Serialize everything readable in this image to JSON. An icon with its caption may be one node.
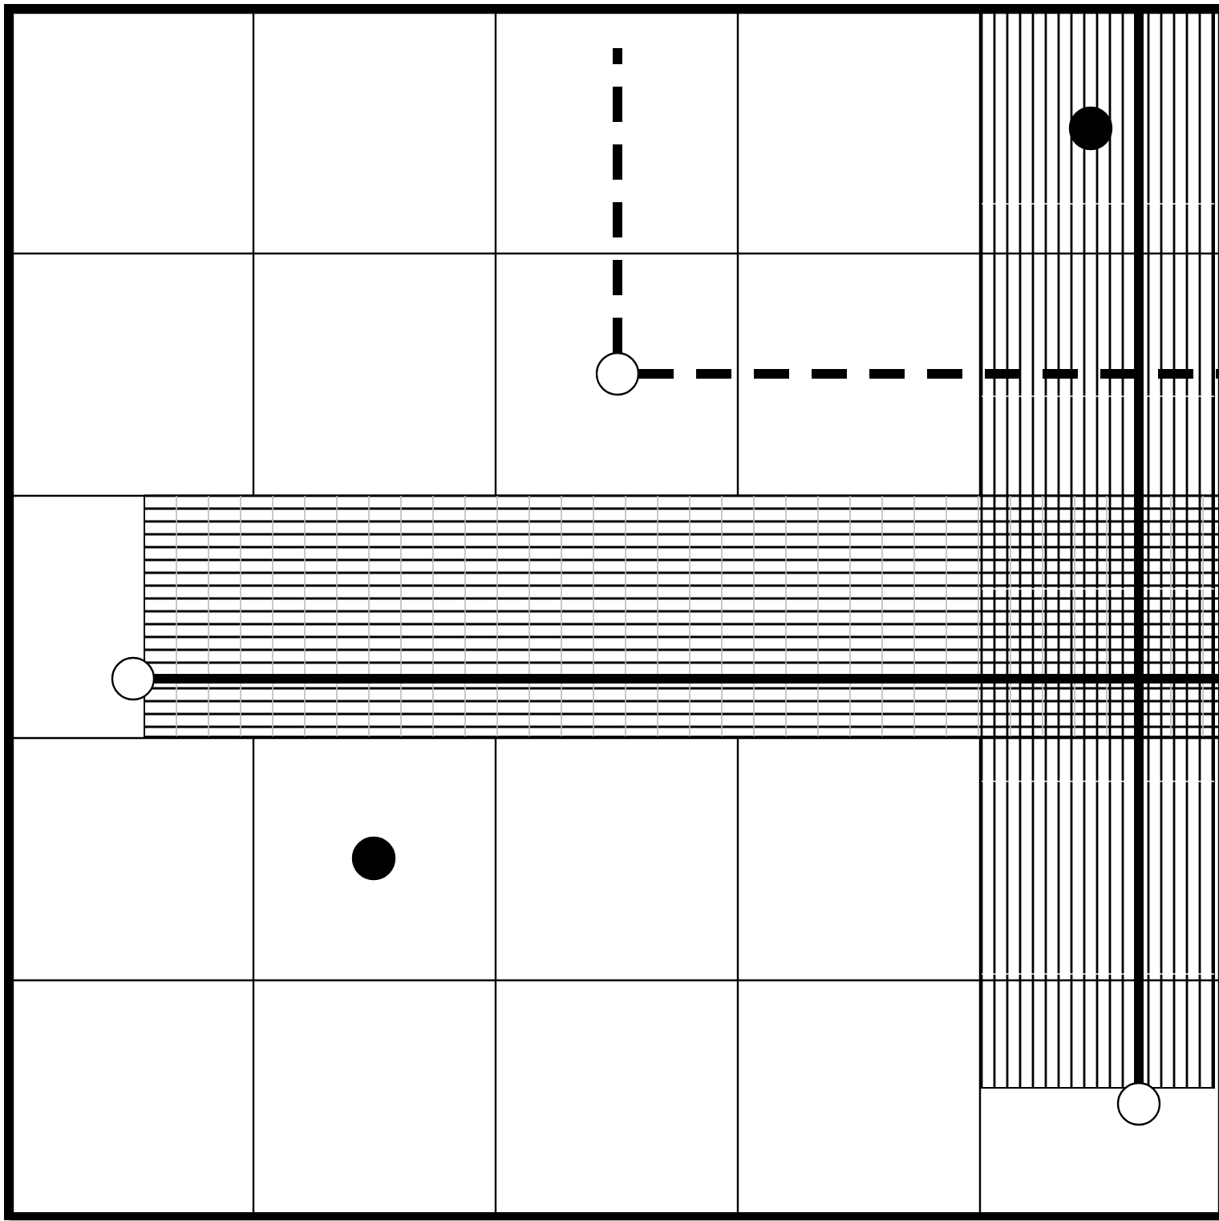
{
  "diagram": {
    "nodes": [
      {
        "text": [],
        "shape": "circle"
      },
      {
        "text": [],
        "shape": "circle"
      },
      {
        "text": [],
        "shape": "circle"
      },
      {
        "text": [],
        "shape": "circle"
      },
      {
        "text": [],
        "shape": "circle"
      }
    ],
    "edges": [
      {
        "from": 1,
        "to": null,
        "arrow": "none",
        "style": "dashed"
      },
      {
        "from": 1,
        "to": null,
        "arrow": "none",
        "style": "dashed"
      },
      {
        "from": 2,
        "to": null,
        "arrow": "none"
      },
      {
        "from": 4,
        "to": null,
        "arrow": "none"
      }
    ]
  }
}
